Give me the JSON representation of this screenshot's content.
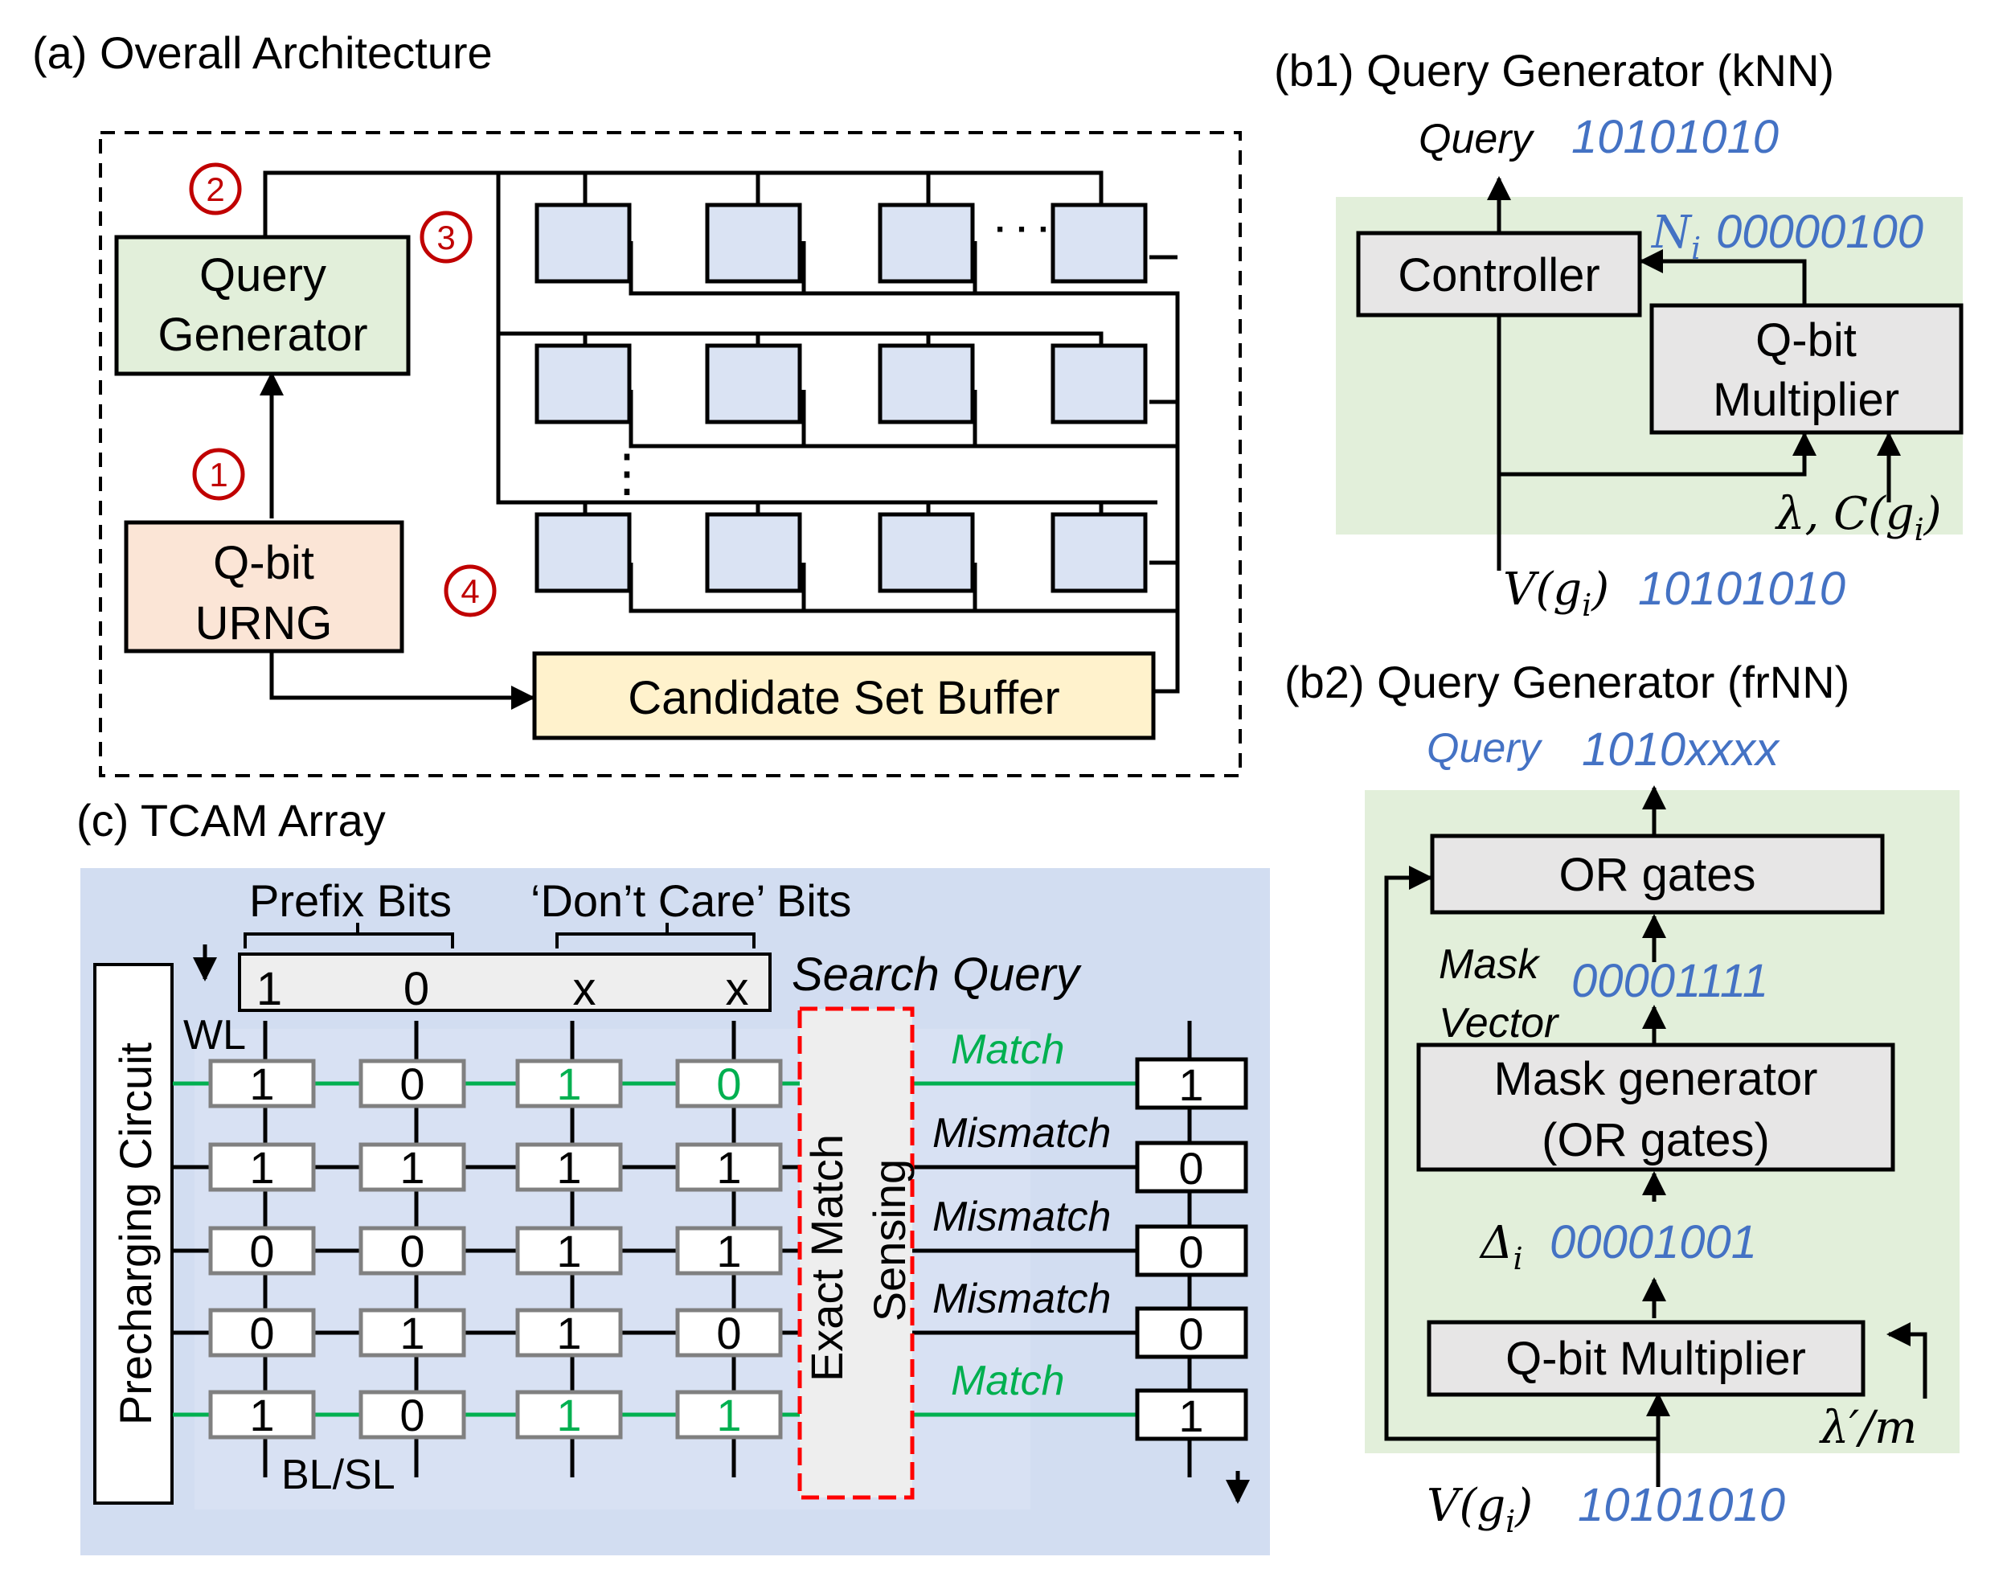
{
  "colors": {
    "block_fill": "#dae3f3",
    "query_gen_fill": "#e2efda",
    "urng_fill": "#fbe5d6",
    "buffer_fill": "#fff2cc",
    "gray_box_fill": "#e7e6e6",
    "tcam_bg": "#b4c7e7",
    "green_panel": "#e2efda",
    "step_red": "#c00000",
    "binary_blue": "#4472c4",
    "match_green": "#00b050",
    "sensing_border": "#ff0000"
  },
  "panel_a": {
    "title": "(a) Overall Architecture",
    "query_generator": [
      "Query",
      "Generator"
    ],
    "urng": [
      "Q-bit",
      "URNG"
    ],
    "buffer": "Candidate Set Buffer",
    "steps": [
      "1",
      "2",
      "3",
      "4"
    ],
    "ellipsis_h": "· · ·",
    "ellipsis_v": "⋮"
  },
  "panel_b1": {
    "title": "(b1) Query Generator (kNN)",
    "query_label": "Query",
    "query_value": "10101010",
    "controller": "Controller",
    "multiplier": [
      "Q-bit",
      "Multiplier"
    ],
    "ni_label": "N",
    "ni_sub": "i",
    "ni_value": "00000100",
    "lambda_label": "λ, C(g",
    "lambda_sub": "i",
    "lambda_close": ")",
    "v_label": "V(g",
    "v_sub": "i",
    "v_close": ")",
    "v_value": "10101010"
  },
  "panel_b2": {
    "title": "(b2) Query Generator (frNN)",
    "query_label": "Query",
    "query_value": "1010xxxx",
    "or_gates": "OR gates",
    "mask_label": [
      "Mask",
      "Vector"
    ],
    "mask_value": "00001111",
    "mask_generator": [
      "Mask generator",
      "(OR gates)"
    ],
    "delta_label": "Δ",
    "delta_sub": "i",
    "delta_value": "00001001",
    "multiplier": "Q-bit Multiplier",
    "lambda_label": "λ′/m",
    "v_label": "V(g",
    "v_sub": "i",
    "v_close": ")",
    "v_value": "10101010"
  },
  "panel_c": {
    "title": "(c) TCAM Array",
    "prefix_label": "Prefix Bits",
    "dontcare_label": "‘Don’t Care’ Bits",
    "search_query_label": "Search Query",
    "query_bits": [
      "1",
      "0",
      "x",
      "x"
    ],
    "wl_label": "WL",
    "blsl_label": "BL/SL",
    "precharge_label": "Precharging Circuit",
    "sensing_label": [
      "Exact Match",
      "Sensing"
    ],
    "rows": [
      {
        "bits": [
          "1",
          "0",
          "1",
          "0"
        ],
        "status": "Match",
        "out": "1",
        "match": true
      },
      {
        "bits": [
          "1",
          "1",
          "1",
          "1"
        ],
        "status": "Mismatch",
        "out": "0",
        "match": false
      },
      {
        "bits": [
          "0",
          "0",
          "1",
          "1"
        ],
        "status": "Mismatch",
        "out": "0",
        "match": false
      },
      {
        "bits": [
          "0",
          "1",
          "1",
          "0"
        ],
        "status": "Mismatch",
        "out": "0",
        "match": false
      },
      {
        "bits": [
          "1",
          "0",
          "1",
          "1"
        ],
        "status": "Match",
        "out": "1",
        "match": true
      }
    ]
  }
}
